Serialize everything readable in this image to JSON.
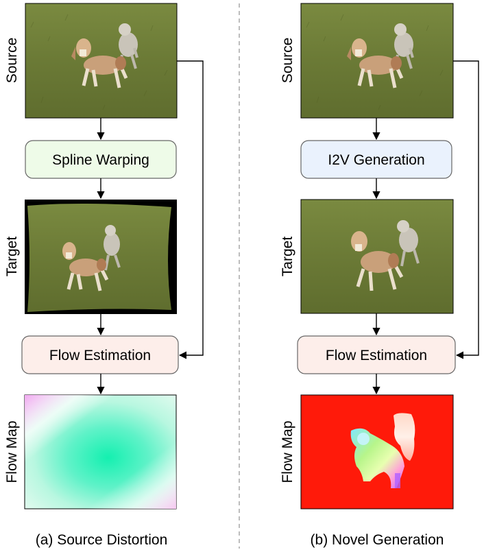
{
  "left_panel": {
    "source_label": "Source",
    "process_label": "Spline Warping",
    "target_label": "Target",
    "flow_label": "Flow Estimation",
    "map_label": "Flow Map",
    "caption": "(a) Source Distortion",
    "process_fill": "#eefbe8",
    "flow_fill": "#fdeeea"
  },
  "right_panel": {
    "source_label": "Source",
    "process_label": "I2V Generation",
    "target_label": "Target",
    "flow_label": "Flow Estimation",
    "map_label": "Flow Map",
    "caption": "(b) Novel Generation",
    "process_fill": "#eaf2fd",
    "flow_fill": "#fdeeea"
  },
  "colors": {
    "grass": "#6f7e3a",
    "dog_main": "#c9a07a",
    "dog_gray": "#c8c3b8",
    "flow_red": "#ff1a0a",
    "box_stroke": "#666666",
    "divider": "#999999"
  }
}
